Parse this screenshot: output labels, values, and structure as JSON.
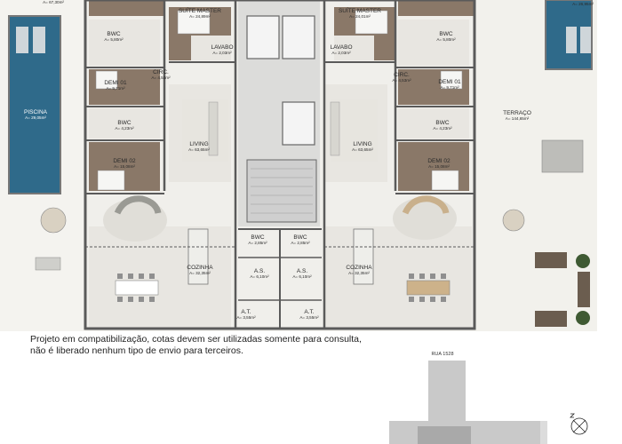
{
  "plan": {
    "rooms": [
      {
        "id": "suite-master-left",
        "name": "SUÍTE MASTER",
        "area": "A= 24,89m²"
      },
      {
        "id": "suite-master-right",
        "name": "SUÍTE MASTER",
        "area": "A= 24,01m²"
      },
      {
        "id": "top-left-area",
        "name": "",
        "area": "A= 67,30m²"
      },
      {
        "id": "top-right-area",
        "name": "",
        "area": "A= 26,95m²"
      },
      {
        "id": "bwc-top-left",
        "name": "BWC",
        "area": "A= 5,80m²"
      },
      {
        "id": "bwc-top-right",
        "name": "BWC",
        "area": "A= 5,80m²"
      },
      {
        "id": "lavabo-left",
        "name": "LAVABO",
        "area": "A= 2,03m²"
      },
      {
        "id": "lavabo-right",
        "name": "LAVABO",
        "area": "A= 2,03m²"
      },
      {
        "id": "circ-left",
        "name": "CIRC.",
        "area": "A= 4,53m²"
      },
      {
        "id": "circ-right",
        "name": "CIRC.",
        "area": "A= 4,53m²"
      },
      {
        "id": "demi01-left",
        "name": "DEMI 01",
        "area": "A= 9,71m²"
      },
      {
        "id": "demi01-right",
        "name": "DEMI 01",
        "area": "A= 9,71m²"
      },
      {
        "id": "bwc-mid-left",
        "name": "BWC",
        "area": "A= 4,23m²"
      },
      {
        "id": "bwc-mid-right",
        "name": "BWC",
        "area": "A= 4,23m²"
      },
      {
        "id": "piscina",
        "name": "PISCINA",
        "area": "A= 29,05m²"
      },
      {
        "id": "living-left",
        "name": "LIVING",
        "area": "A= 63,65m²"
      },
      {
        "id": "living-right",
        "name": "LIVING",
        "area": "A= 63,65m²"
      },
      {
        "id": "terraco",
        "name": "TERRAÇO",
        "area": "A= 144,65m²"
      },
      {
        "id": "demi02-left",
        "name": "DEMI 02",
        "area": "A= 15,08m²"
      },
      {
        "id": "demi02-right",
        "name": "DEMI 02",
        "area": "A= 15,08m²"
      },
      {
        "id": "bwc-svc-left",
        "name": "BWC",
        "area": "A= 2,85m²"
      },
      {
        "id": "bwc-svc-right",
        "name": "BWC",
        "area": "A= 2,85m²"
      },
      {
        "id": "cozinha-left",
        "name": "COZINHA",
        "area": "A= 32,35m²"
      },
      {
        "id": "cozinha-right",
        "name": "COZINHA",
        "area": "A= 32,35m²"
      },
      {
        "id": "as-left",
        "name": "A.S.",
        "area": "A= 6,10m²"
      },
      {
        "id": "as-right",
        "name": "A.S.",
        "area": "A= 6,10m²"
      },
      {
        "id": "at-left",
        "name": "A.T.",
        "area": "A= 3,55m²"
      },
      {
        "id": "at-right",
        "name": "A.T.",
        "area": "A= 3,55m²"
      }
    ]
  },
  "note": {
    "line1": "Projeto em compatibilização, cotas devem ser utilizadas somente para consulta,",
    "line2": "não é liberado nenhum tipo de envio para terceiros."
  },
  "site_plan": {
    "street": "RUA 1528"
  },
  "colors": {
    "floor": "#f1f0ec",
    "wall": "#5a5a5a",
    "wood": "#8a7868",
    "pool": "#2f6a8a",
    "rug": "#e8e6df"
  }
}
